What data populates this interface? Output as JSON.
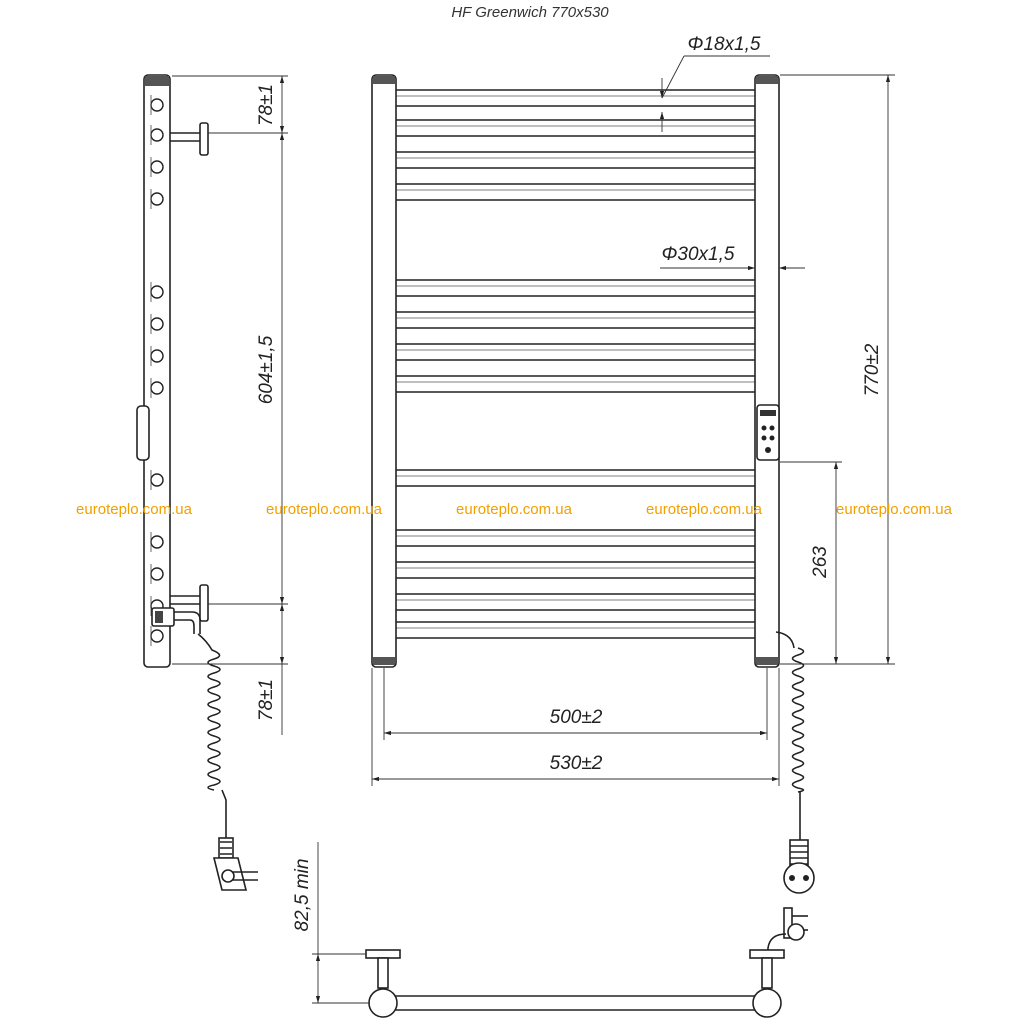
{
  "title": "HF Greenwich 770x530",
  "watermark": {
    "text": "euroteplo.com.ua",
    "color": "#f0a000",
    "count": 5
  },
  "dimensions": {
    "bar_diameter": "Φ18x1,5",
    "post_diameter": "Φ30x1,5",
    "height": "770±2",
    "top_offset": "78±1",
    "mount_spacing": "604±1,5",
    "bottom_offset": "78±1",
    "control_height": "263",
    "inner_width": "500±2",
    "overall_width": "530±2",
    "wall_gap": "82,5 min"
  },
  "colors": {
    "line": "#222222",
    "background": "#ffffff"
  }
}
